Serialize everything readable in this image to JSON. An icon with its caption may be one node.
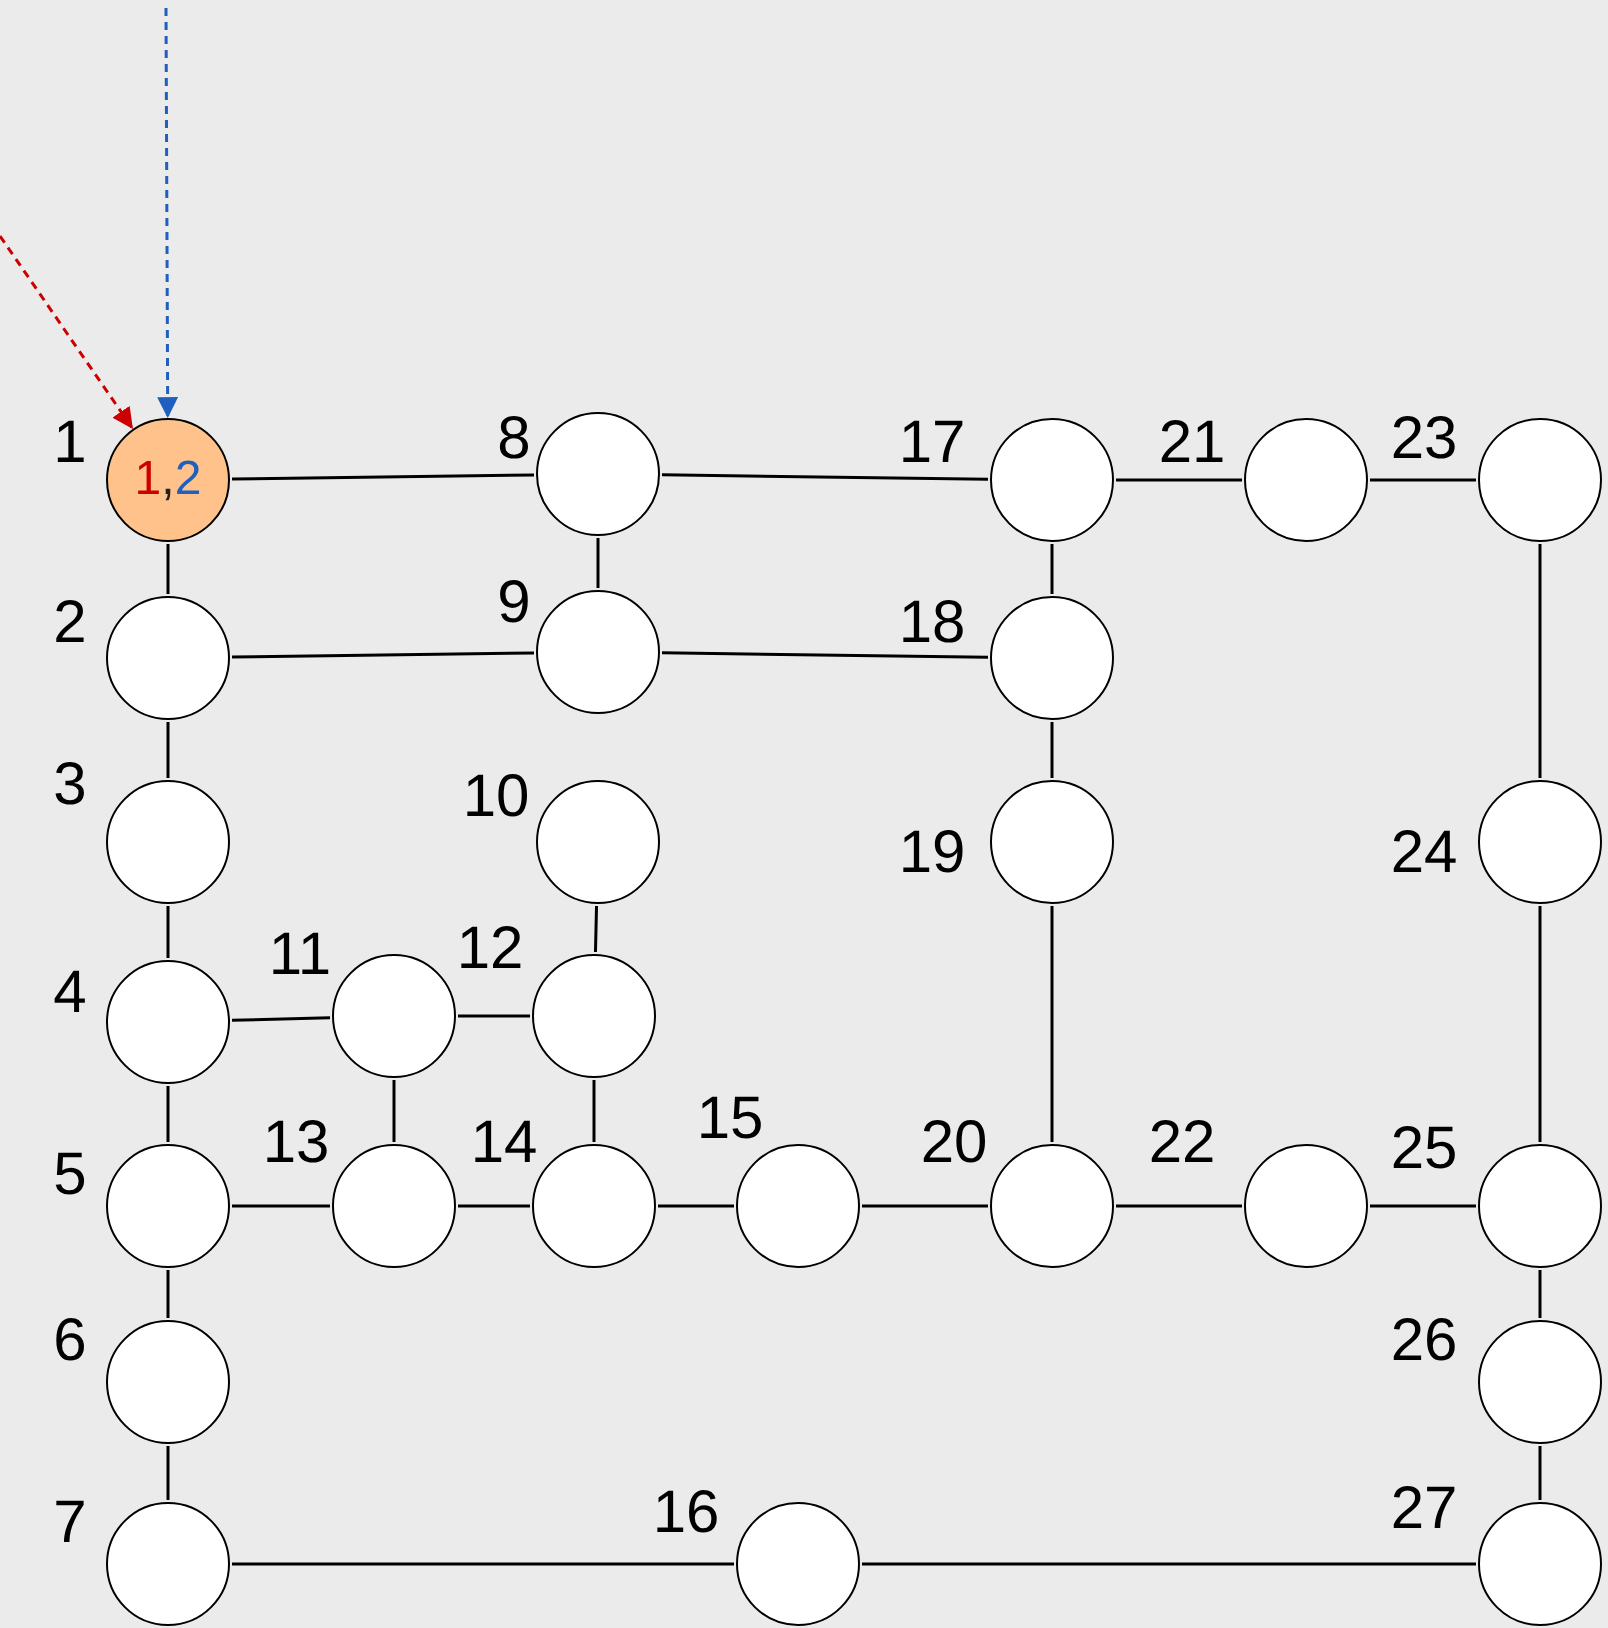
{
  "diagram": {
    "nodes": [
      {
        "text": [
          "1,2"
        ],
        "beside": [
          "1"
        ]
      },
      {
        "text": [],
        "shape": "circle",
        "beside": [
          "2"
        ]
      },
      {
        "text": [],
        "shape": "circle",
        "beside": [
          "3"
        ]
      },
      {
        "text": [],
        "shape": "circle",
        "beside": [
          "4"
        ]
      },
      {
        "text": [],
        "shape": "circle",
        "beside": [
          "5"
        ]
      },
      {
        "text": [],
        "shape": "circle",
        "beside": [
          "6"
        ]
      },
      {
        "text": [],
        "shape": "circle",
        "beside": [
          "7"
        ]
      },
      {
        "text": [],
        "shape": "circle",
        "beside": [
          "8"
        ]
      },
      {
        "text": [],
        "shape": "circle",
        "beside": [
          "9"
        ]
      },
      {
        "text": [],
        "shape": "circle",
        "beside": [
          "10"
        ]
      },
      {
        "text": [],
        "shape": "circle",
        "beside": [
          "11"
        ]
      },
      {
        "text": [],
        "shape": "circle",
        "beside": [
          "12"
        ]
      },
      {
        "text": [],
        "shape": "circle",
        "beside": [
          "13"
        ]
      },
      {
        "text": [],
        "shape": "circle",
        "beside": [
          "14"
        ]
      },
      {
        "text": [],
        "shape": "circle",
        "beside": [
          "15"
        ]
      },
      {
        "text": [],
        "shape": "circle",
        "beside": [
          "16"
        ]
      },
      {
        "text": [],
        "shape": "circle",
        "beside": [
          "17"
        ]
      },
      {
        "text": [],
        "shape": "circle",
        "beside": [
          "18"
        ]
      },
      {
        "text": [],
        "shape": "circle",
        "beside": [
          "19"
        ]
      },
      {
        "text": [],
        "shape": "circle",
        "beside": [
          "20"
        ]
      },
      {
        "text": [],
        "shape": "circle",
        "beside": [
          "21"
        ]
      },
      {
        "text": [],
        "shape": "circle",
        "beside": [
          "22"
        ]
      },
      {
        "text": [],
        "shape": "circle",
        "beside": [
          "23"
        ]
      },
      {
        "text": [],
        "shape": "circle",
        "beside": [
          "24"
        ]
      },
      {
        "text": [],
        "shape": "circle",
        "beside": [
          "25"
        ]
      },
      {
        "text": [],
        "shape": "circle",
        "beside": [
          "26"
        ]
      },
      {
        "text": [],
        "shape": "circle",
        "beside": [
          "27"
        ]
      }
    ],
    "edges": [
      {
        "from": null,
        "to": 0,
        "arrow": "to",
        "style": "dashed",
        "color": "#cc0000"
      },
      {
        "from": null,
        "to": 0,
        "arrow": "to",
        "style": "dashed",
        "color": "#1f5fbf"
      },
      {
        "from": 0,
        "to": 7,
        "arrow": "none"
      },
      {
        "from": 0,
        "to": 1,
        "arrow": "none"
      },
      {
        "from": 1,
        "to": 8,
        "arrow": "none"
      },
      {
        "from": 1,
        "to": 2,
        "arrow": "none"
      },
      {
        "from": 2,
        "to": 3,
        "arrow": "none"
      },
      {
        "from": 3,
        "to": 4,
        "arrow": "none"
      },
      {
        "from": 4,
        "to": 5,
        "arrow": "none"
      },
      {
        "from": 5,
        "to": 6,
        "arrow": "none"
      },
      {
        "from": 6,
        "to": 15,
        "arrow": "none"
      },
      {
        "from": 15,
        "to": 26,
        "arrow": "none"
      },
      {
        "from": 7,
        "to": 8,
        "arrow": "none"
      },
      {
        "from": 7,
        "to": 16,
        "arrow": "none"
      },
      {
        "from": 8,
        "to": 17,
        "arrow": "none"
      },
      {
        "from": 9,
        "to": 11,
        "arrow": "none"
      },
      {
        "from": 3,
        "to": 10,
        "arrow": "none"
      },
      {
        "from": 10,
        "to": 11,
        "arrow": "none"
      },
      {
        "from": 10,
        "to": 12,
        "arrow": "none"
      },
      {
        "from": 11,
        "to": 13,
        "arrow": "none"
      },
      {
        "from": 4,
        "to": 12,
        "arrow": "none"
      },
      {
        "from": 12,
        "to": 13,
        "arrow": "none"
      },
      {
        "from": 13,
        "to": 14,
        "arrow": "none"
      },
      {
        "from": 14,
        "to": 19,
        "arrow": "none"
      },
      {
        "from": 16,
        "to": 17,
        "arrow": "none"
      },
      {
        "from": 16,
        "to": 20,
        "arrow": "none"
      },
      {
        "from": 17,
        "to": 18,
        "arrow": "none"
      },
      {
        "from": 18,
        "to": 19,
        "arrow": "none"
      },
      {
        "from": 19,
        "to": 21,
        "arrow": "none"
      },
      {
        "from": 21,
        "to": 24,
        "arrow": "none"
      },
      {
        "from": 20,
        "to": 22,
        "arrow": "none"
      },
      {
        "from": 22,
        "to": 23,
        "arrow": "none"
      },
      {
        "from": 23,
        "to": 24,
        "arrow": "none"
      },
      {
        "from": 24,
        "to": 25,
        "arrow": "none"
      },
      {
        "from": 25,
        "to": 26,
        "arrow": "none"
      }
    ]
  }
}
